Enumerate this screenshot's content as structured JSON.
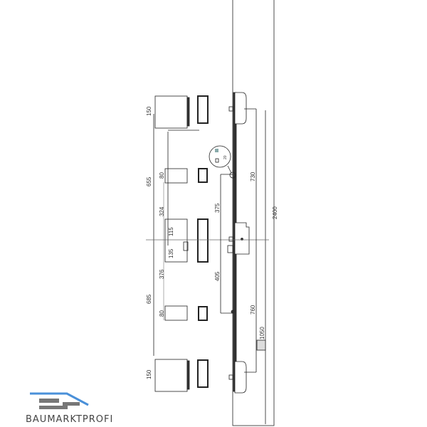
{
  "dimensions": {
    "strike_top": "150",
    "strike_upper_span": "655",
    "strike_upper_small": "80",
    "upper_gap": "324",
    "center_upper": "115",
    "center_lower": "135",
    "lower_gap": "376",
    "strike_lower_span": "685",
    "strike_lower_small": "80",
    "strike_bottom": "150",
    "lock_upper": "375",
    "lock_lower": "405",
    "gear_upper": "730",
    "gear_lower": "760",
    "handle_height": "1050",
    "total_height": "2400",
    "detail_value": "20"
  },
  "logo": {
    "text": "BAUMARKTPROFI",
    "accent": "#4a90d9"
  }
}
